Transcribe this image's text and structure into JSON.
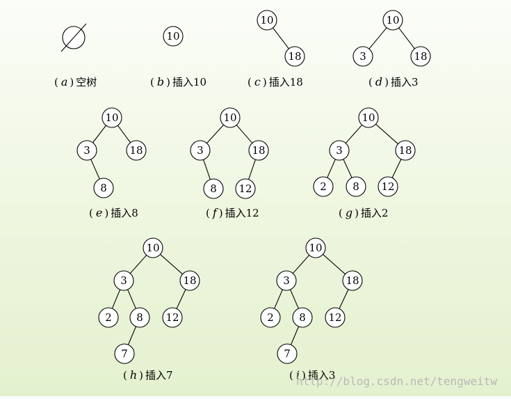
{
  "figure": {
    "panels": [
      {
        "letter": "a",
        "caption_text": "空树",
        "empty_tree": true,
        "nodes": [],
        "edges": []
      },
      {
        "letter": "b",
        "caption_text": "插入10",
        "nodes": [
          {
            "id": "n10",
            "label": "10"
          }
        ],
        "edges": []
      },
      {
        "letter": "c",
        "caption_text": "插入18",
        "nodes": [
          {
            "id": "n10",
            "label": "10"
          },
          {
            "id": "n18",
            "label": "18"
          }
        ],
        "edges": [
          [
            "n10",
            "n18"
          ]
        ]
      },
      {
        "letter": "d",
        "caption_text": "插入3",
        "nodes": [
          {
            "id": "n10",
            "label": "10"
          },
          {
            "id": "n3",
            "label": "3"
          },
          {
            "id": "n18",
            "label": "18"
          }
        ],
        "edges": [
          [
            "n10",
            "n3"
          ],
          [
            "n10",
            "n18"
          ]
        ]
      },
      {
        "letter": "e",
        "caption_text": "插入8",
        "nodes": [
          {
            "id": "n10",
            "label": "10"
          },
          {
            "id": "n3",
            "label": "3"
          },
          {
            "id": "n18",
            "label": "18"
          },
          {
            "id": "n8",
            "label": "8"
          }
        ],
        "edges": [
          [
            "n10",
            "n3"
          ],
          [
            "n10",
            "n18"
          ],
          [
            "n3",
            "n8"
          ]
        ]
      },
      {
        "letter": "f",
        "caption_text": "插入12",
        "nodes": [
          {
            "id": "n10",
            "label": "10"
          },
          {
            "id": "n3",
            "label": "3"
          },
          {
            "id": "n18",
            "label": "18"
          },
          {
            "id": "n8",
            "label": "8"
          },
          {
            "id": "n12",
            "label": "12"
          }
        ],
        "edges": [
          [
            "n10",
            "n3"
          ],
          [
            "n10",
            "n18"
          ],
          [
            "n3",
            "n8"
          ],
          [
            "n18",
            "n12"
          ]
        ]
      },
      {
        "letter": "g",
        "caption_text": "插入2",
        "nodes": [
          {
            "id": "n10",
            "label": "10"
          },
          {
            "id": "n3",
            "label": "3"
          },
          {
            "id": "n18",
            "label": "18"
          },
          {
            "id": "n2",
            "label": "2"
          },
          {
            "id": "n8",
            "label": "8"
          },
          {
            "id": "n12",
            "label": "12"
          }
        ],
        "edges": [
          [
            "n10",
            "n3"
          ],
          [
            "n10",
            "n18"
          ],
          [
            "n3",
            "n2"
          ],
          [
            "n3",
            "n8"
          ],
          [
            "n18",
            "n12"
          ]
        ]
      },
      {
        "letter": "h",
        "caption_text": "插入7",
        "nodes": [
          {
            "id": "n10",
            "label": "10"
          },
          {
            "id": "n3",
            "label": "3"
          },
          {
            "id": "n18",
            "label": "18"
          },
          {
            "id": "n2",
            "label": "2"
          },
          {
            "id": "n8",
            "label": "8"
          },
          {
            "id": "n12",
            "label": "12"
          },
          {
            "id": "n7",
            "label": "7"
          }
        ],
        "edges": [
          [
            "n10",
            "n3"
          ],
          [
            "n10",
            "n18"
          ],
          [
            "n3",
            "n2"
          ],
          [
            "n3",
            "n8"
          ],
          [
            "n18",
            "n12"
          ],
          [
            "n8",
            "n7"
          ]
        ]
      },
      {
        "letter": "i",
        "caption_text": "插入3",
        "nodes": [
          {
            "id": "n10",
            "label": "10"
          },
          {
            "id": "n3",
            "label": "3"
          },
          {
            "id": "n18",
            "label": "18"
          },
          {
            "id": "n2",
            "label": "2"
          },
          {
            "id": "n8",
            "label": "8"
          },
          {
            "id": "n12",
            "label": "12"
          },
          {
            "id": "n7",
            "label": "7"
          }
        ],
        "edges": [
          [
            "n10",
            "n3"
          ],
          [
            "n10",
            "n18"
          ],
          [
            "n3",
            "n2"
          ],
          [
            "n3",
            "n8"
          ],
          [
            "n18",
            "n12"
          ],
          [
            "n8",
            "n7"
          ]
        ]
      }
    ],
    "watermark": "http://blog.csdn.net/tengweitw"
  }
}
